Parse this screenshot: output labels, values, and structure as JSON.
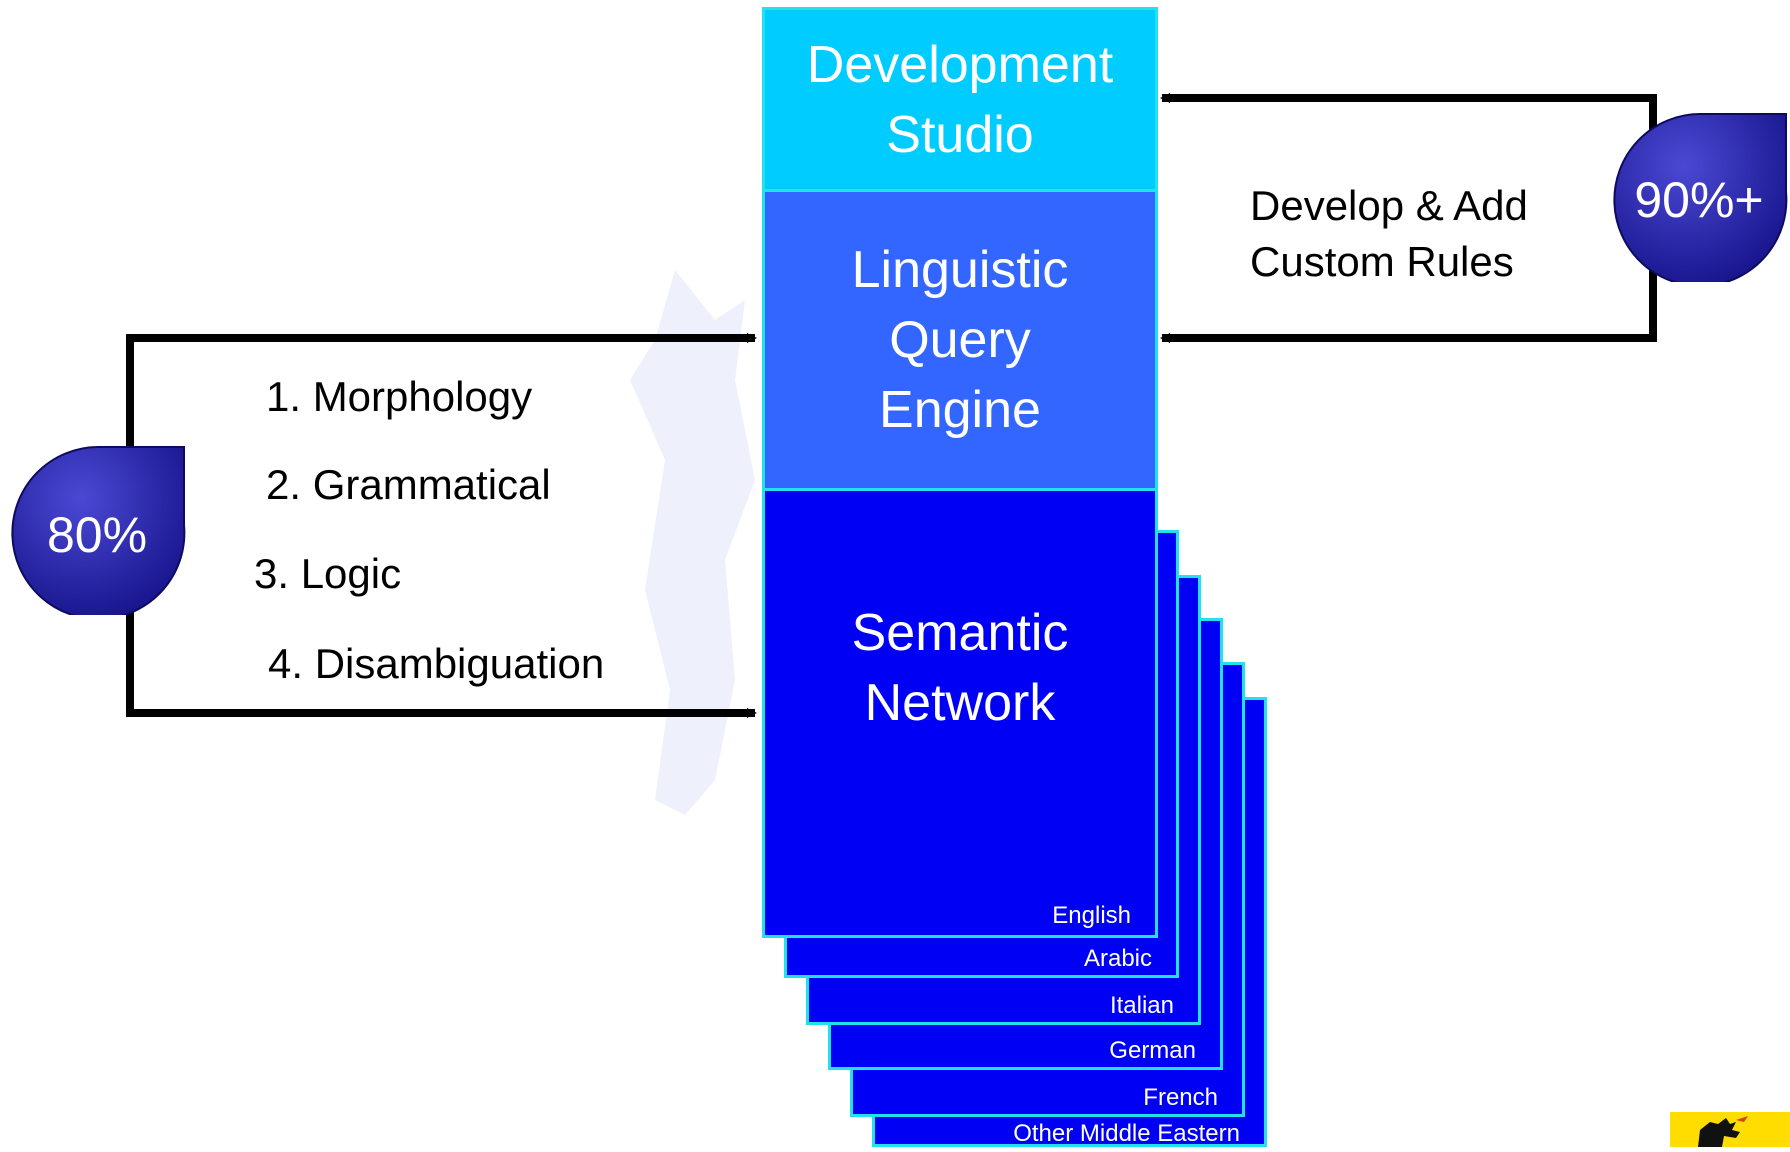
{
  "boxes": {
    "development_studio": {
      "line1": "Development",
      "line2": "Studio"
    },
    "linguistic_engine": {
      "line1": "Linguistic",
      "line2": "Query",
      "line3": "Engine"
    },
    "semantic_network": {
      "line1": "Semantic",
      "line2": "Network"
    }
  },
  "languages": [
    "English",
    "Arabic",
    "Italian",
    "German",
    "French",
    "Other  Middle Eastern"
  ],
  "left_badge": "80%",
  "right_badge": "90%+",
  "steps": [
    "1. Morphology",
    "2. Grammatical",
    "3. Logic",
    "4. Disambiguation"
  ],
  "right_text": {
    "line1": "Develop & Add",
    "line2": "Custom Rules"
  },
  "colors": {
    "development_studio": "#00ccff",
    "linguistic_engine": "#3366ff",
    "semantic_network": "#0000f5",
    "border": "#22e0f0",
    "badge": "#1e1aa3",
    "watermark": "#eef0fb",
    "logo_bg": "#ffdd00"
  }
}
